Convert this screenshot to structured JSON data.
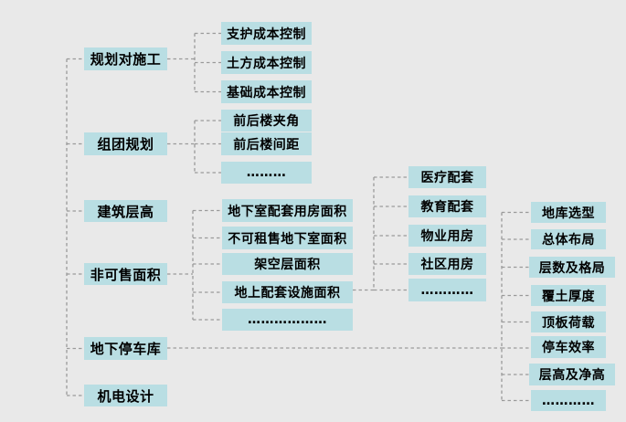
{
  "colors": {
    "background": "#e9e9e9",
    "node_fill": "#b9dee3",
    "node_text": "#000000",
    "connector": "#9a9a9a"
  },
  "nodes": {
    "left": [
      "规划对施工",
      "组团规划",
      "建筑层高",
      "非可售面积",
      "地下停车库",
      "机电设计"
    ],
    "planning_children": [
      "支护成本控制",
      "土方成本控制",
      "基础成本控制"
    ],
    "cluster_children": [
      "前后楼夹角",
      "前后楼间距",
      "………"
    ],
    "nonsaleable_children": [
      "地下室配套用房面积",
      "不可租售地下室面积",
      "架空层面积",
      "地上配套设施面积",
      "………………"
    ],
    "facilities_children": [
      "医疗配套",
      "教育配套",
      "物业用房",
      "社区用房",
      "…………"
    ],
    "garage_children": [
      "地库选型",
      "总体布局",
      "层数及格局",
      "覆土厚度",
      "顶板荷载",
      "停车效率",
      "层高及净高",
      "…………"
    ]
  }
}
